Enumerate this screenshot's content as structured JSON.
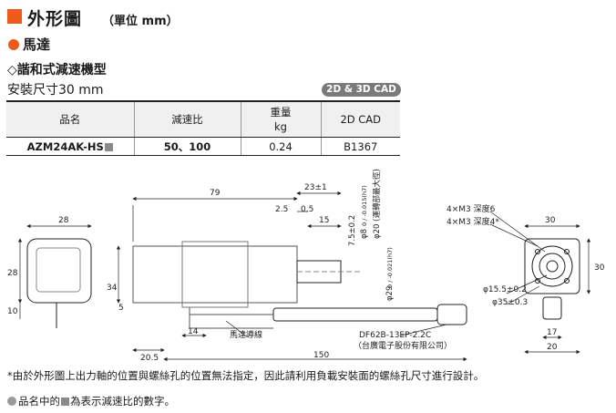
{
  "header": {
    "title": "外形圖",
    "unit": "（單位 mm）"
  },
  "section": {
    "motor_label": "馬達"
  },
  "gear": {
    "subtitle": "◇諧和式減速機型",
    "mount": "安裝尺寸30 mm",
    "cad_badge": "2D & 3D CAD"
  },
  "table": {
    "headers": [
      "品名",
      "減速比",
      "重量\nkg",
      "2D CAD"
    ],
    "rows": [
      {
        "product": "AZM24AK-HS",
        "ratio": "50、100",
        "weight": "0.24",
        "cad": "B1367"
      }
    ]
  },
  "drawing": {
    "dims": {
      "d28": "28",
      "d79": "79",
      "d23": "23±1",
      "d25": "2.5",
      "d05": "0.5",
      "d15": "15",
      "d75": "7.5±0.2",
      "d8": "φ8",
      "d8tol": "0 / -0.015(h7)",
      "d20": "φ20 (運轉部最大徑)",
      "d29": "φ29",
      "d29tol": "0 / -0.021(h7)",
      "d28v": "28",
      "d10": "10",
      "d34": "34",
      "d5": "5",
      "d14": "14",
      "d205": "20.5",
      "d150": "150",
      "d30a": "30",
      "d30b": "30",
      "d17": "17",
      "d20b": "20",
      "d155": "φ15.5±0.2",
      "d35": "φ35±0.3"
    },
    "labels": {
      "m3_6": "4×M3 深度6",
      "m3_4": "4×M3 深度4*",
      "motor_cable": "馬達導線",
      "connector": "DF62B-13EP-2.2C",
      "connector_maker": "（台廣電子股份有限公司）"
    }
  },
  "notes": {
    "note1": "*由於外形圖上出力軸的位置與螺絲孔的位置無法指定，因此請利用負載安裝面的螺絲孔尺寸進行設計。",
    "note2_pre": "品名中的",
    "note2_post": "為表示減速比的數字。"
  }
}
